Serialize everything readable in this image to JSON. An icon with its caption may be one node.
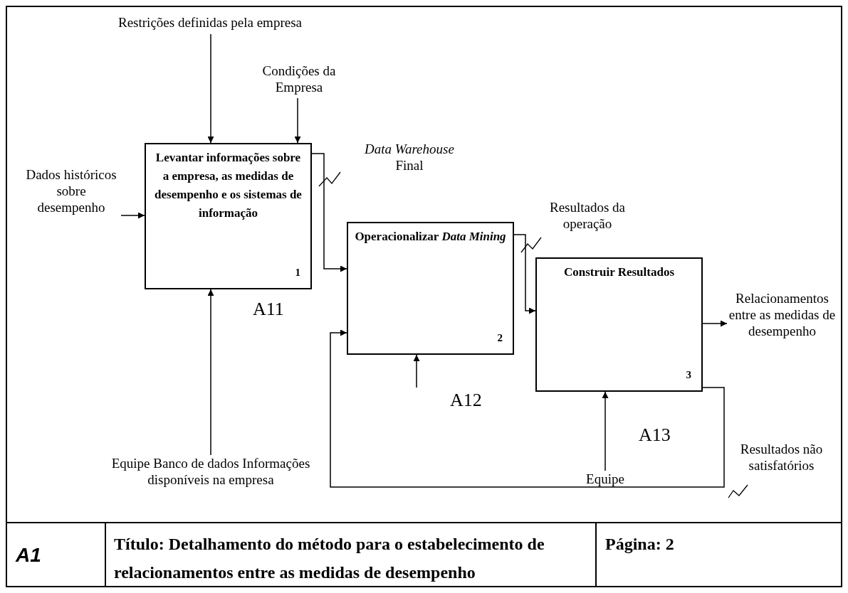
{
  "diagram": {
    "nodes": [
      {
        "text": [
          "Restrições definidas pela empresa"
        ]
      },
      {
        "text": [
          "Condições da Empresa"
        ]
      },
      {
        "text": [
          "Dados históricos sobre desempenho"
        ]
      },
      {
        "text": [
          "Levantar informações sobre a empresa, as medidas de desempenho e os sistemas de informação",
          "1"
        ],
        "beside": [
          "A11"
        ]
      },
      {
        "text": [
          "Equipe Banco de dados Informações disponíveis na empresa"
        ]
      },
      {
        "text": [
          "Operacionalizar *Data Mining*",
          "2"
        ],
        "beside": [
          "A12"
        ]
      },
      {
        "text": [
          "Construir Resultados",
          "3"
        ],
        "beside": [
          "A13"
        ]
      },
      {
        "text": [
          "Equipe"
        ]
      },
      {
        "text": [
          "Relacionamentos entre as medidas de desempenho"
        ]
      }
    ],
    "edges": [
      {
        "from": 0,
        "to": 3,
        "arrow": "to"
      },
      {
        "from": 1,
        "to": 3,
        "arrow": "to"
      },
      {
        "from": 2,
        "to": 3,
        "arrow": "to"
      },
      {
        "from": 4,
        "to": 3,
        "arrow": "to"
      },
      {
        "from": 3,
        "to": 5,
        "arrow": "to",
        "label": "*Data Warehouse* Final"
      },
      {
        "from": null,
        "to": 5,
        "arrow": "to"
      },
      {
        "from": 5,
        "to": 6,
        "arrow": "to",
        "label": "Resultados da operação"
      },
      {
        "from": 7,
        "to": 6,
        "arrow": "to"
      },
      {
        "from": 6,
        "to": 8,
        "arrow": "to"
      },
      {
        "from": 6,
        "to": 5,
        "arrow": "to",
        "label": "Resultados não satisfatórios"
      }
    ],
    "labels": [
      "A1",
      "Título: Detalhamento do método para o estabelecimento de relacionamentos entre as medidas de desempenho",
      "Página: 2"
    ]
  }
}
